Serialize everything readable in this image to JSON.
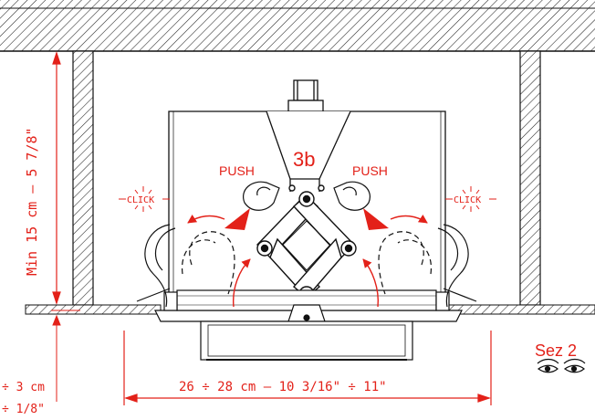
{
  "labels": {
    "step": "3b",
    "push_left": "PUSH",
    "push_right": "PUSH",
    "click_left": "CLICK",
    "click_right": "CLICK",
    "section": "Sez 2"
  },
  "dimensions": {
    "height_label": "Min  15 cm – 5 7/8\"",
    "width_label": "26 ÷ 28 cm – 10 3/16\" ÷ 11\"",
    "thickness_cm": "÷ 3 cm",
    "thickness_in": "÷ 1/8\""
  },
  "colors": {
    "accent_red": "#e32119",
    "line": "#111111",
    "hatch": "#222222"
  },
  "icons": [
    "eye-icon",
    "eye-icon",
    "hand-push-icon",
    "hand-push-icon",
    "click-burst-icon",
    "click-burst-icon"
  ]
}
